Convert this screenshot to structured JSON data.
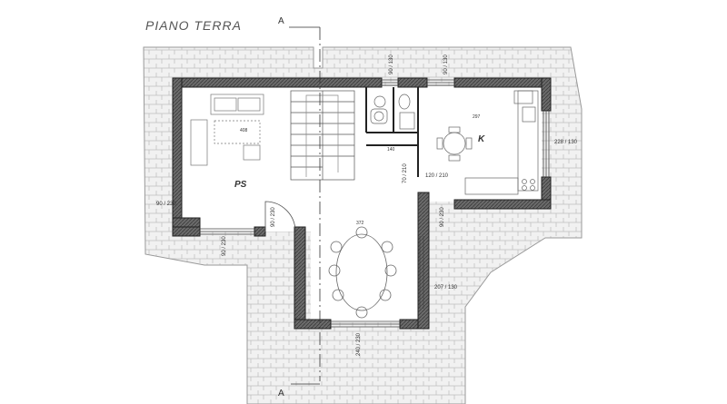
{
  "title": "PIANO TERRA",
  "section_marks": {
    "top": "A",
    "bottom": "A"
  },
  "rooms": {
    "living": "PS",
    "kitchen": "K"
  },
  "dimensions": {
    "d_top_left": "90 / 130",
    "d_top_right": "90 / 130",
    "d_left": "90 / 230",
    "d_bottom_left": "90 / 230",
    "d_door_main": "90 / 230",
    "d_stairs_a": "70 / 210",
    "d_stairs_b": "120 / 210",
    "d_kitchen_win": "228 / 130",
    "d_kitchen_door": "90 / 230",
    "d_dining_right": "207 / 130",
    "d_bottom": "240 / 230",
    "d_living_room": "408",
    "d_kitchen_room": "297",
    "d_dining_room": "372",
    "d_bath": "140"
  }
}
